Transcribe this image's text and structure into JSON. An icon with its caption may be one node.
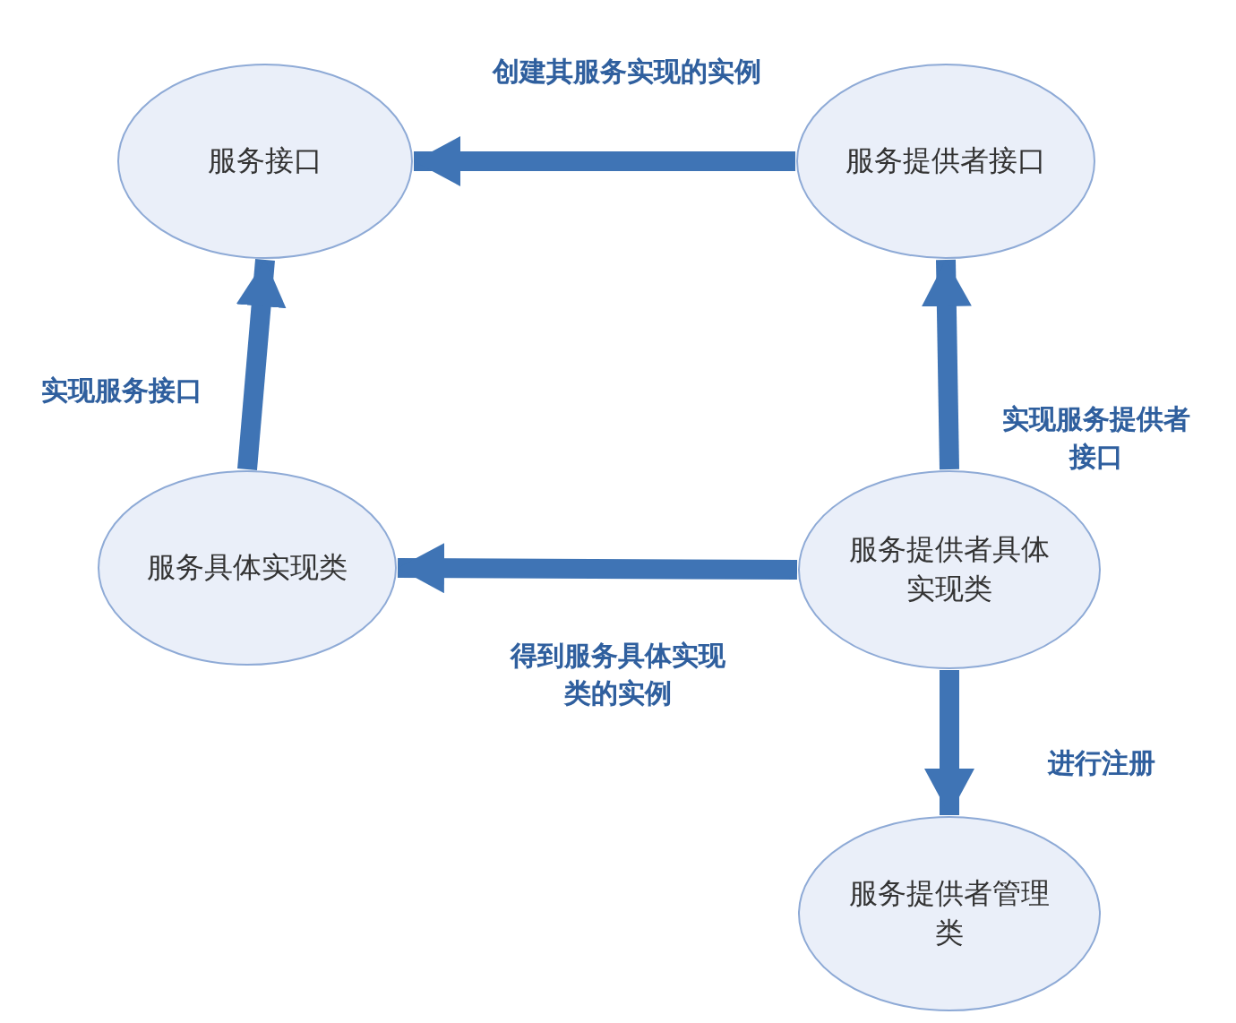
{
  "diagram": {
    "nodes": [
      {
        "text": [
          "服务接口"
        ]
      },
      {
        "text": [
          "服务提供者接口"
        ]
      },
      {
        "text": [
          "服务具体实现类"
        ]
      },
      {
        "text": [
          "服务提供者具体实现类"
        ]
      },
      {
        "text": [
          "服务提供者管理类"
        ]
      }
    ],
    "edges": [
      {
        "from": 1,
        "to": 0,
        "arrow": "to",
        "label": "创建其服务实现的实例"
      },
      {
        "from": 2,
        "to": 0,
        "arrow": "to",
        "label": "实现服务接口"
      },
      {
        "from": 3,
        "to": 1,
        "arrow": "to",
        "label": "实现服务提供者接口"
      },
      {
        "from": 3,
        "to": 2,
        "arrow": "to",
        "label": "得到服务具体实现类的实例"
      },
      {
        "from": 3,
        "to": 4,
        "arrow": "to",
        "label": "进行注册"
      }
    ]
  }
}
